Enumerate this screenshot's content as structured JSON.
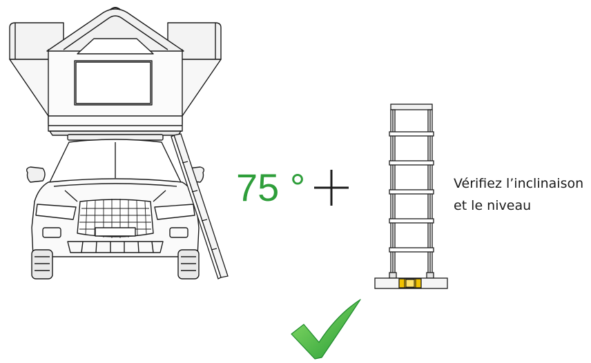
{
  "angle": {
    "label": "75 °",
    "color": "#2e9e3a"
  },
  "operator": "+",
  "check": {
    "line1": "Vérifiez l’inclinaison",
    "line2": "et le niveau"
  },
  "colors": {
    "line": "#1a1a1a",
    "checkmark": "#2fae3c",
    "checkmark_light": "#7ed957",
    "level_bubble": "#f2c300"
  },
  "icons": [
    "car-icon",
    "roof-tent-icon",
    "ladder-icon",
    "spirit-level-icon",
    "checkmark-icon",
    "plus-icon"
  ]
}
